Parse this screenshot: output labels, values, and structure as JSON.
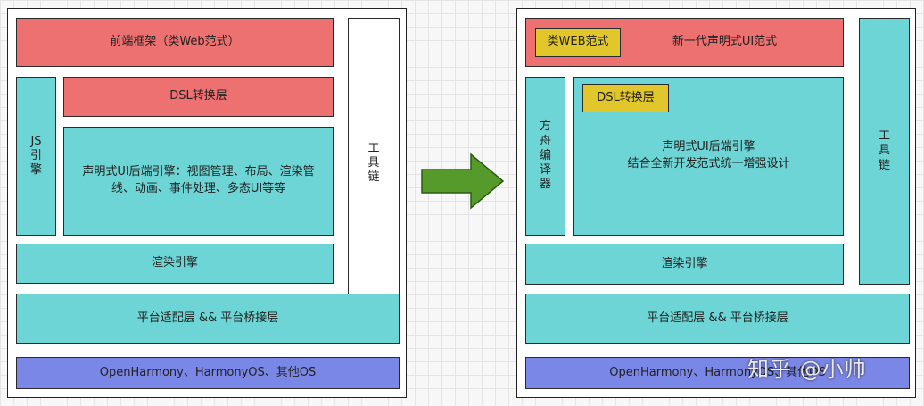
{
  "left": {
    "frontend_framework": "前端框架（类Web范式）",
    "dsl_layer": "DSL转换层",
    "js_engine": [
      "JS",
      "引",
      "擎"
    ],
    "backend_engine": "声明式UI后端引擎：视图管理、布局、渲染管线、动画、事件处理、多态UI等等",
    "render_engine": "渲染引擎",
    "platform_layer": "平台适配层 && 平台桥接层",
    "os_layer": "OpenHarmony、HarmonyOS、其他OS",
    "toolchain": [
      "工",
      "具",
      "链"
    ]
  },
  "right": {
    "web_paradigm": "类WEB范式",
    "new_ui_paradigm": "新一代声明式UI范式",
    "dsl_layer": "DSL转换层",
    "compiler": [
      "方",
      "舟",
      "编",
      "译",
      "器"
    ],
    "backend_line1": "声明式UI后端引擎",
    "backend_line2": "结合全新开发范式统一增强设计",
    "render_engine": "渲染引擎",
    "platform_layer": "平台适配层 && 平台桥接层",
    "os_layer": "OpenHarmony、HarmonyOS、其他OS",
    "toolchain": [
      "工",
      "具",
      "链"
    ]
  },
  "arrow": {
    "color": "#559a2b"
  },
  "watermark": "知乎 @小帅",
  "colors": {
    "red": "#ec7170",
    "teal": "#6dd5d5",
    "blue": "#7b87e6",
    "yellow": "#e1c72c"
  }
}
